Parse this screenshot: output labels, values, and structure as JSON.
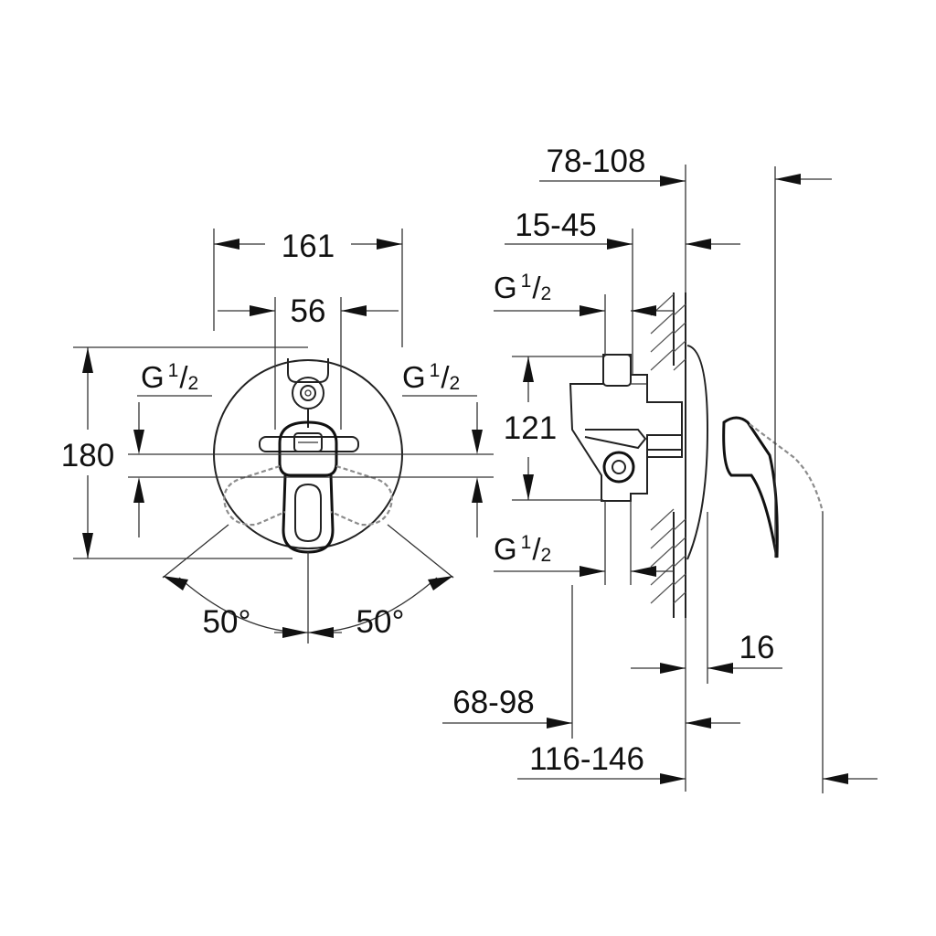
{
  "front_view": {
    "width_overall": "161",
    "spacing_inner": "56",
    "height_overall": "180",
    "thread_left": {
      "letter": "G",
      "numerator": "1",
      "slash": "/",
      "denominator": "2"
    },
    "thread_right": {
      "letter": "G",
      "numerator": "1",
      "slash": "/",
      "denominator": "2"
    },
    "angle_left": "50°",
    "angle_right": "50°"
  },
  "side_view": {
    "depth_overall_top": "78-108",
    "depth_inner_top": "15-45",
    "height_connections": "121",
    "thread_top": {
      "letter": "G",
      "numerator": "1",
      "slash": "/",
      "denominator": "2"
    },
    "thread_bottom": {
      "letter": "G",
      "numerator": "1",
      "slash": "/",
      "denominator": "2"
    },
    "rosette_thickness": "16",
    "depth_bottom_inner": "68-98",
    "depth_bottom_overall": "116-146"
  }
}
